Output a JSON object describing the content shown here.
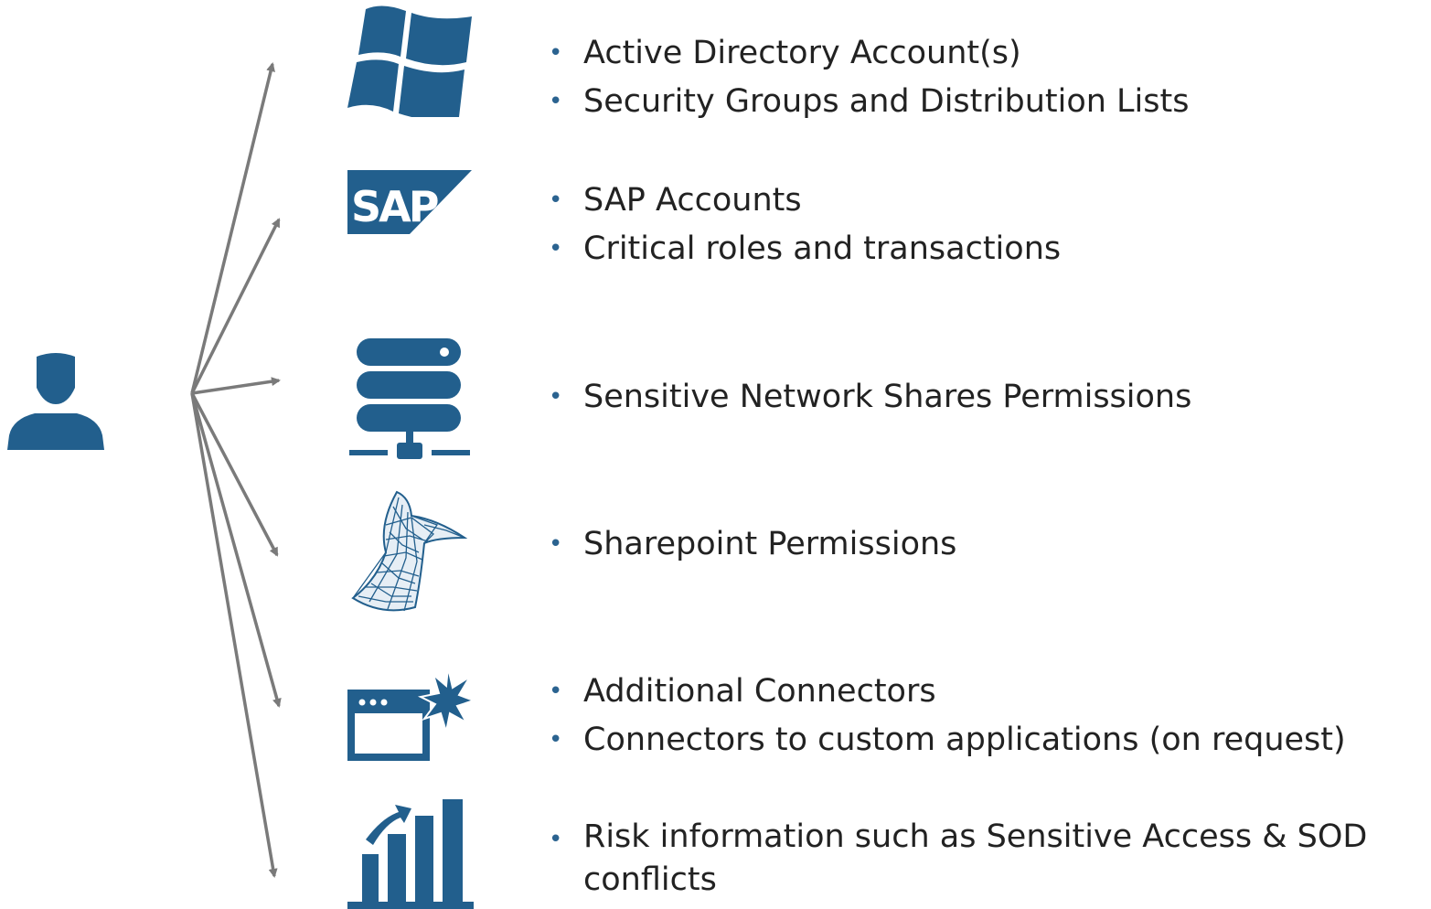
{
  "colors": {
    "icon_blue": "#225f8d",
    "arrow_gray": "#7a7a7a",
    "bullet_blue": "#2b6390",
    "text": "#222222"
  },
  "user": {
    "icon": "user-icon"
  },
  "groups": [
    {
      "icon": "windows-logo-icon",
      "items": [
        "Active Directory Account(s)",
        "Security Groups and Distribution Lists"
      ]
    },
    {
      "icon": "sap-logo-icon",
      "logo_text": "SAP",
      "items": [
        "SAP Accounts",
        "Critical roles and transactions"
      ]
    },
    {
      "icon": "server-icon",
      "items": [
        "Sensitive Network Shares Permissions"
      ]
    },
    {
      "icon": "sharepoint-logo-icon",
      "items": [
        "Sharepoint Permissions"
      ]
    },
    {
      "icon": "application-window-icon",
      "items": [
        "Additional Connectors",
        "Connectors to custom applications (on request)"
      ]
    },
    {
      "icon": "bar-chart-icon",
      "items": [
        "Risk information such as Sensitive Access & SOD conflicts"
      ]
    }
  ]
}
